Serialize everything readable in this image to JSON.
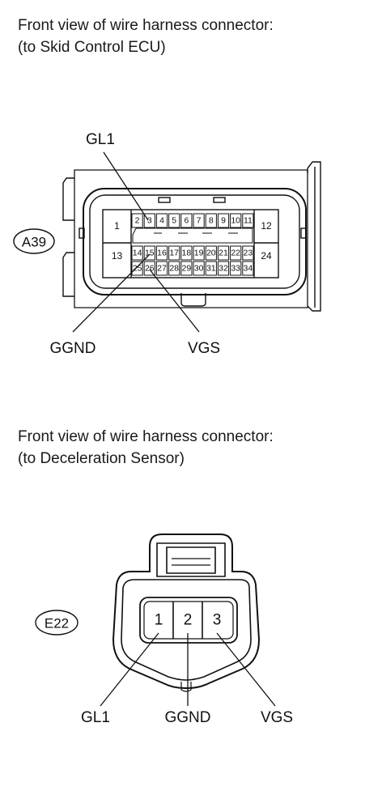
{
  "connector_a": {
    "caption_line1": "Front view of wire harness connector:",
    "caption_line2": "(to Skid Control ECU)",
    "id": "A39",
    "signals": [
      "GL1",
      "GGND",
      "VGS"
    ],
    "pins": [
      "1",
      "2",
      "3",
      "4",
      "5",
      "6",
      "7",
      "8",
      "9",
      "10",
      "11",
      "12",
      "13",
      "14",
      "15",
      "16",
      "17",
      "18",
      "19",
      "20",
      "21",
      "22",
      "23",
      "24",
      "25",
      "26",
      "27",
      "28",
      "29",
      "30",
      "31",
      "32",
      "33",
      "34"
    ]
  },
  "connector_b": {
    "caption_line1": "Front view of wire harness connector:",
    "caption_line2": "(to Deceleration Sensor)",
    "id": "E22",
    "signals": [
      "GL1",
      "GGND",
      "VGS"
    ],
    "pins": [
      "1",
      "2",
      "3"
    ]
  }
}
